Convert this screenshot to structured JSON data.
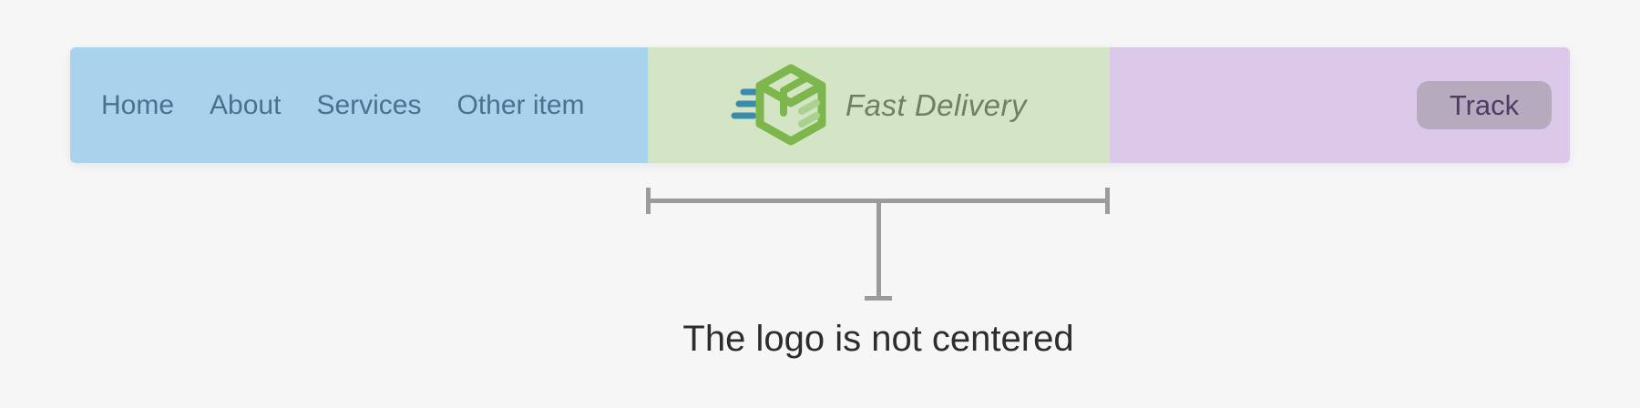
{
  "navbar": {
    "links": [
      "Home",
      "About",
      "Services",
      "Other item"
    ],
    "brand": {
      "name": "Fast Delivery",
      "icon": "delivery-box-icon"
    },
    "track_button_label": "Track"
  },
  "annotation": {
    "label": "The logo is not centered"
  },
  "colors": {
    "page-bg": "#f6f6f7",
    "nav-section-bg": "#a9d2ec",
    "nav-link-text": "#4b7191",
    "logo-section-bg": "#d4e5c6",
    "logo-green": "#7cb64c",
    "logo-green-light": "#a9d28e",
    "logo-teal": "#3a8cad",
    "logo-text": "#6e7f63",
    "action-section-bg": "#dcc8e9",
    "track-button-bg": "#b6abbe",
    "track-button-text": "#523a66",
    "annotation-line": "#9b9b9b",
    "annotation-text": "#2d2d2d"
  }
}
